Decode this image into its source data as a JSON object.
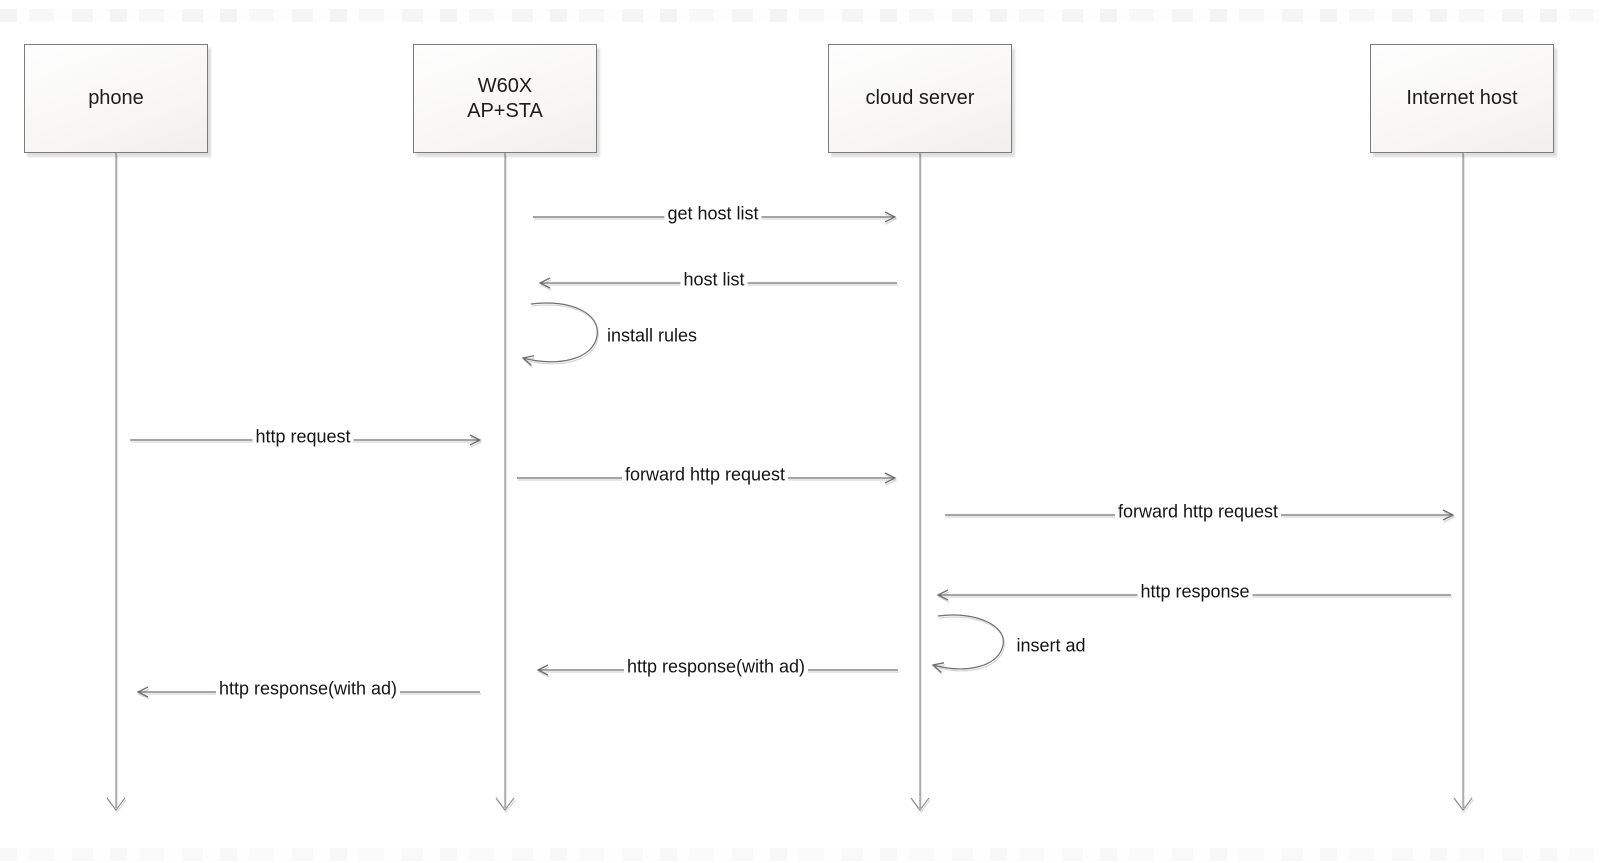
{
  "diagram": {
    "type": "sequence-diagram",
    "actors": [
      {
        "id": "phone",
        "lines": [
          "phone"
        ]
      },
      {
        "id": "w60x-ap-sta",
        "lines": [
          "W60X",
          "AP+STA"
        ]
      },
      {
        "id": "cloud-server",
        "lines": [
          "cloud server"
        ]
      },
      {
        "id": "internet-host",
        "lines": [
          "Internet host"
        ]
      }
    ],
    "messages": [
      {
        "label": "get host list",
        "from": "w60x-ap-sta",
        "to": "cloud-server",
        "kind": "arrow"
      },
      {
        "label": "host list",
        "from": "cloud-server",
        "to": "w60x-ap-sta",
        "kind": "arrow"
      },
      {
        "label": "install rules",
        "from": "w60x-ap-sta",
        "to": "w60x-ap-sta",
        "kind": "self"
      },
      {
        "label": "http request",
        "from": "phone",
        "to": "w60x-ap-sta",
        "kind": "arrow"
      },
      {
        "label": "forward http request",
        "from": "w60x-ap-sta",
        "to": "cloud-server",
        "kind": "arrow"
      },
      {
        "label": "forward http request",
        "from": "cloud-server",
        "to": "internet-host",
        "kind": "arrow"
      },
      {
        "label": "http response",
        "from": "internet-host",
        "to": "cloud-server",
        "kind": "arrow"
      },
      {
        "label": "insert ad",
        "from": "cloud-server",
        "to": "cloud-server",
        "kind": "self"
      },
      {
        "label": "http response(with ad)",
        "from": "cloud-server",
        "to": "w60x-ap-sta",
        "kind": "arrow"
      },
      {
        "label": "http response(with ad)",
        "from": "w60x-ap-sta",
        "to": "phone",
        "kind": "arrow"
      }
    ],
    "colors": {
      "background": "#ffffff",
      "arrow_line": "#6f6f6f",
      "lifeline": "#8a8a8a",
      "text": "#1c1c1c",
      "box_border": "#7c7c7c",
      "box_fill": "#f7f6f4"
    }
  }
}
